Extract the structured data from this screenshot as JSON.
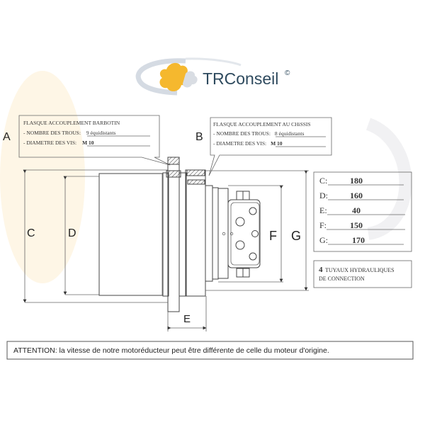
{
  "logo": {
    "brand": "TRConseil",
    "mark": "©",
    "text_color": "#2e4a5e",
    "accent": "#f5b82e"
  },
  "watermark": {
    "text": "TRConseil©"
  },
  "labels": {
    "A": "A",
    "B": "B",
    "C": "C",
    "D": "D",
    "E": "E",
    "F": "F",
    "G": "G"
  },
  "box_a": {
    "title": "FLASQUE ACCOUPLEMENT BARBOTIN",
    "holes_label": "- NOMBRE DES TROUS:",
    "holes_value": "9 équidistants",
    "screw_label": "- DIAMETRE DES VIS:",
    "screw_value": "M 10"
  },
  "box_b": {
    "title": "FLASQUE ACCOUPLEMENT AU CHiSSIS",
    "holes_label": "- NOMBRE DES TROUS:",
    "holes_value": "8 équidistants",
    "screw_label": "- DIAMETRE DES VIS:",
    "screw_value": "M 10"
  },
  "dimensions": [
    {
      "key": "C:",
      "value": "180"
    },
    {
      "key": "D:",
      "value": "160"
    },
    {
      "key": "E:",
      "value": "40"
    },
    {
      "key": "F:",
      "value": "150"
    },
    {
      "key": "G:",
      "value": "170"
    }
  ],
  "hydraulics": {
    "count": "4",
    "line1": "TUYAUX HYDRAULIQUES",
    "line2": "DE CONNECTION"
  },
  "notice": "ATTENTION: la vitesse de notre motoréducteur peut être différente de celle du moteur d'origine."
}
